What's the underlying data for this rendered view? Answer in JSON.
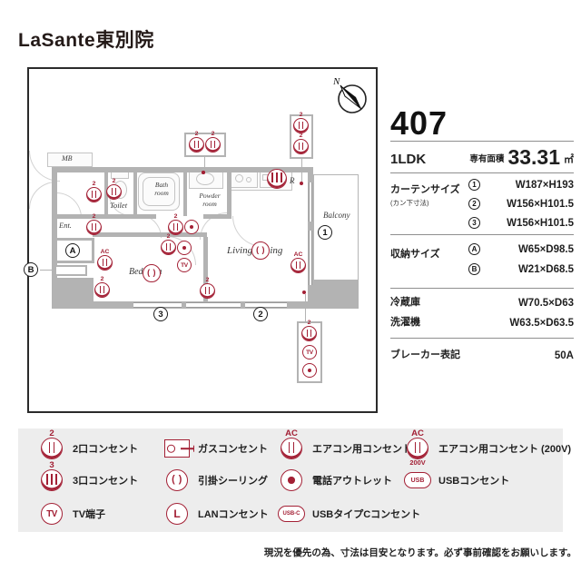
{
  "title": "LaSante東別院",
  "icon_glyphs": {
    "outlet2": "2",
    "outlet3": "3",
    "tv": "TV",
    "ac": "AC",
    "v200": "200V",
    "usb": "USB",
    "usbc": "USB-C",
    "lan": "L"
  },
  "plan": {
    "compass_label": "N",
    "rooms": {
      "mb": "MB",
      "ent": "Ent.",
      "toilet": "Toilet",
      "bath": "Bath room",
      "powder": "Powder room",
      "r": "R",
      "bedroom": "Bedroom",
      "living": "Living Dining",
      "balcony": "Balcony"
    },
    "markers": {
      "m1": "1",
      "m2": "2",
      "m3": "3",
      "ma": "A",
      "mb": "B"
    }
  },
  "panel": {
    "room_number": "407",
    "layout": "1LDK",
    "area_label": "専有面積",
    "area_value": "33.31",
    "area_unit": "㎡",
    "curtain_label": "カーテンサイズ",
    "curtain_sub": "(カン下寸法)",
    "curtain_rows": [
      {
        "mark": "1",
        "value": "W187×H193"
      },
      {
        "mark": "2",
        "value": "W156×H101.5"
      },
      {
        "mark": "3",
        "value": "W156×H101.5"
      }
    ],
    "storage_label": "収納サイズ",
    "storage_rows": [
      {
        "mark": "A",
        "value": "W65×D98.5"
      },
      {
        "mark": "B",
        "value": "W21×D68.5"
      }
    ],
    "fridge_label": "冷蔵庫",
    "fridge_value": "W70.5×D63",
    "washer_label": "洗濯機",
    "washer_value": "W63.5×D63.5",
    "breaker_label": "ブレーカー表記",
    "breaker_value": "50A"
  },
  "legend": {
    "items": [
      {
        "name": "outlet-2",
        "label": "2口コンセント"
      },
      {
        "name": "outlet-3",
        "label": "3口コンセント"
      },
      {
        "name": "tv-terminal",
        "label": "TV端子"
      },
      {
        "name": "gas-outlet",
        "label": "ガスコンセント"
      },
      {
        "name": "ceiling-rose",
        "label": "引掛シーリング"
      },
      {
        "name": "lan-outlet",
        "label": "LANコンセント"
      },
      {
        "name": "ac-outlet",
        "label": "エアコン用コンセント"
      },
      {
        "name": "phone-outlet",
        "label": "電話アウトレット"
      },
      {
        "name": "usbc-outlet",
        "label": "USBタイプCコンセント"
      },
      {
        "name": "ac200-outlet",
        "label": "エアコン用コンセント (200V)"
      },
      {
        "name": "usb-outlet",
        "label": "USBコンセント"
      }
    ]
  },
  "footer": {
    "note": "現況を優先の為、寸法は目安となります。必ず事前確認をお願いします。"
  },
  "colors": {
    "accent": "#a32035",
    "wall": "#b3b3b3",
    "legend_bg": "#ededed"
  }
}
